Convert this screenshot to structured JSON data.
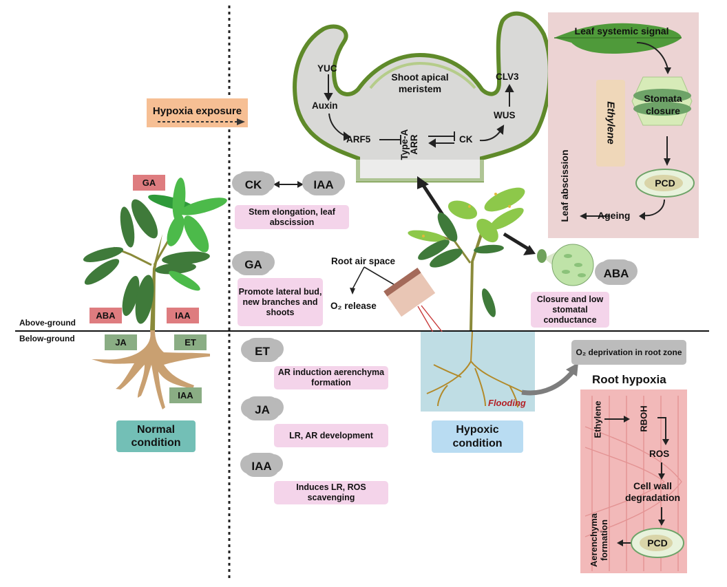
{
  "labels": {
    "above_ground": "Above-ground",
    "below_ground": "Below-ground",
    "hypoxia_exposure": "Hypoxia exposure",
    "normal_condition": "Normal condition",
    "hypoxic_condition": "Hypoxic condition",
    "flooding": "Flooding",
    "root_air_space": "Root air space",
    "o2_release": "O₂ release"
  },
  "normal_plant_tags": {
    "ga": "GA",
    "aba": "ABA",
    "iaa_above": "IAA",
    "ja": "JA",
    "et": "ET",
    "iaa_below": "IAA"
  },
  "hormone_effects": [
    {
      "hormones": [
        "CK",
        "IAA"
      ],
      "effect": "Stem elongation, leaf abscission"
    },
    {
      "hormones": [
        "GA"
      ],
      "effect": "Promote lateral bud, new branches and shoots"
    },
    {
      "hormones": [
        "ET"
      ],
      "effect": "AR induction aerenchyma formation"
    },
    {
      "hormones": [
        "JA"
      ],
      "effect": "LR, AR development"
    },
    {
      "hormones": [
        "IAA"
      ],
      "effect": "Induces LR, ROS scavenging"
    }
  ],
  "shoot_apical_meristem": {
    "title": "Shoot apical meristem",
    "yuc": "YUC",
    "auxin": "Auxin",
    "arf5": "ARF5",
    "type_a_arr_line1": "Type-A",
    "type_a_arr_line2": "ARR",
    "ck": "CK",
    "wus": "WUS",
    "clv3": "CLV3"
  },
  "leaf_panel": {
    "leaf_signal": "Leaf systemic signal",
    "ethylene": "Ethylene",
    "stomata_closure": "Stomata closure",
    "pcd": "PCD",
    "ageing": "Ageing",
    "leaf_abscission": "Leaf abscission"
  },
  "stomata": {
    "hormone": "ABA",
    "effect": "Closure and low stomatal conductance"
  },
  "root_zone": {
    "o2_deprivation": "O₂ deprivation in root zone",
    "title": "Root hypoxia",
    "ethylene": "Ethylene",
    "rboh": "RBOH",
    "ros": "ROS",
    "cell_wall": "Cell wall degradation",
    "pcd": "PCD",
    "aerenchyma": "Aerenchyma formation"
  },
  "colors": {
    "tag_red": "#de7c7f",
    "tag_green": "#8aad84",
    "normal_box": "#73bfb6",
    "hypoxic_box": "#b9dcf2",
    "exposure_box": "#f6bf94",
    "effect_pink": "#f4d4ea",
    "leaf_panel": "#ecd3d3",
    "root_panel": "#f2b9b9",
    "cloud_gray": "#b9b9b9",
    "meristem_green": "#6b8e2c",
    "flooding_red": "#b32025"
  }
}
